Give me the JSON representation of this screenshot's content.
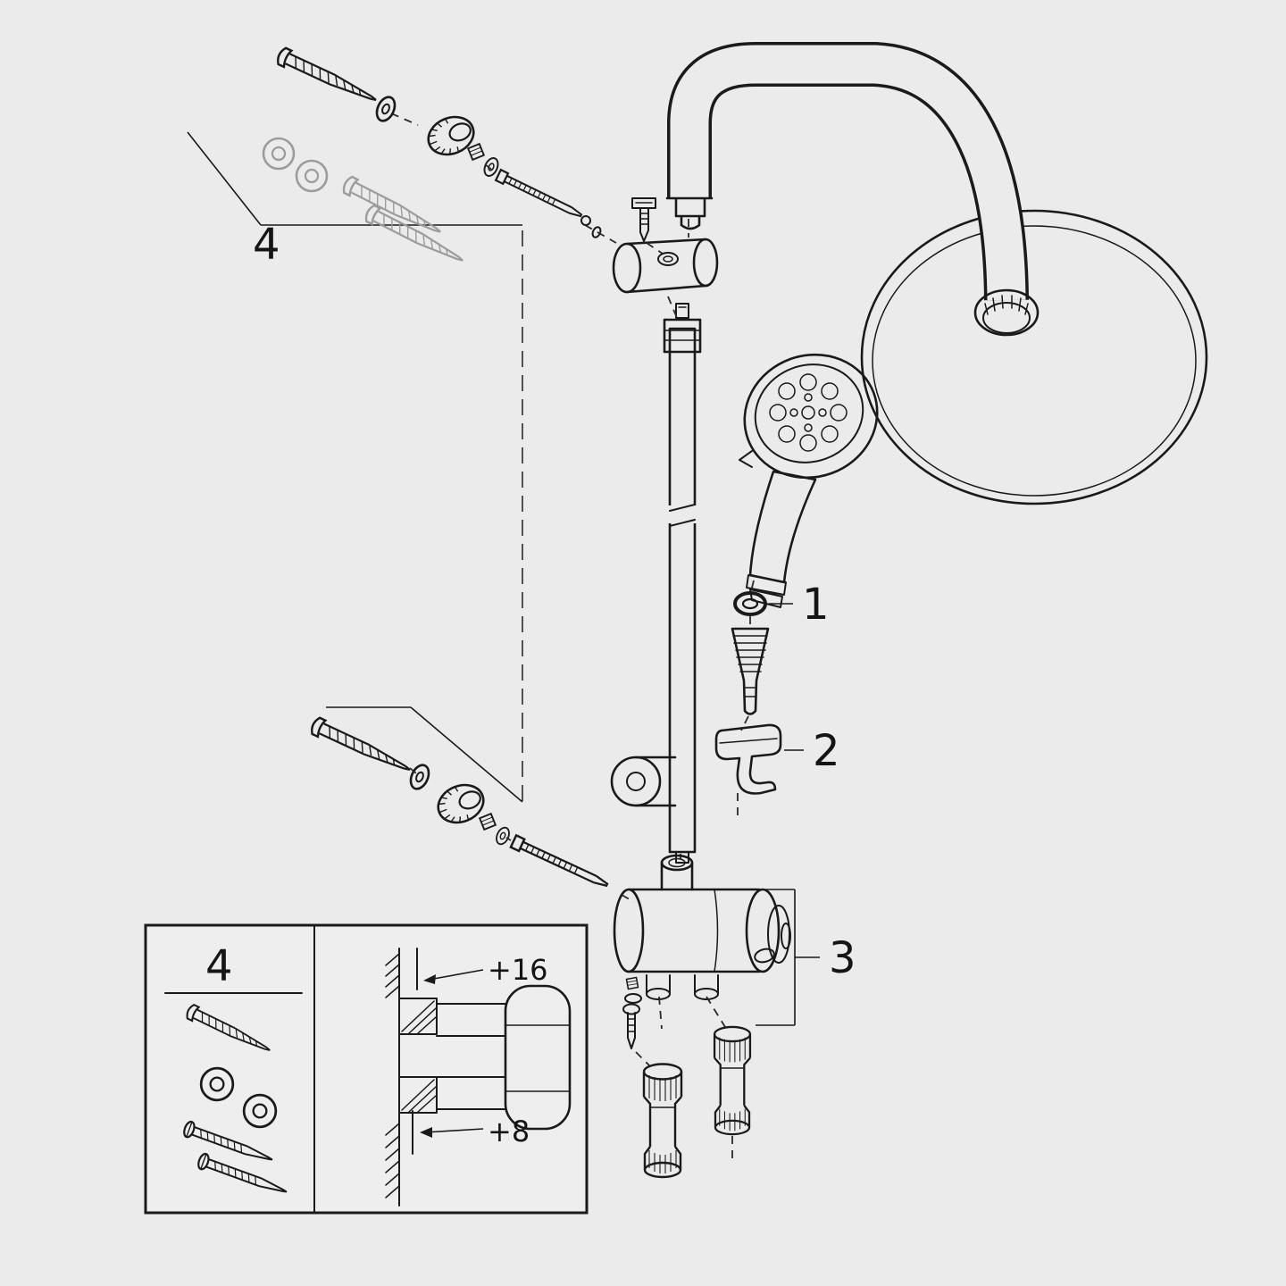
{
  "scene": {
    "type": "exploded-parts-diagram",
    "subject": "shower-system-with-head-shower-hand-shower-and-diverter",
    "background_color": "#ebebeb",
    "line_color": "#1a1a1a",
    "accessory_gray": "#9c9c9c"
  },
  "callouts": {
    "part_1": "1",
    "part_2": "2",
    "part_3": "3",
    "mounting_kit": "4"
  },
  "inset": {
    "mounting_kit": "4",
    "dim_top": "+16",
    "dim_bottom": "+8"
  }
}
